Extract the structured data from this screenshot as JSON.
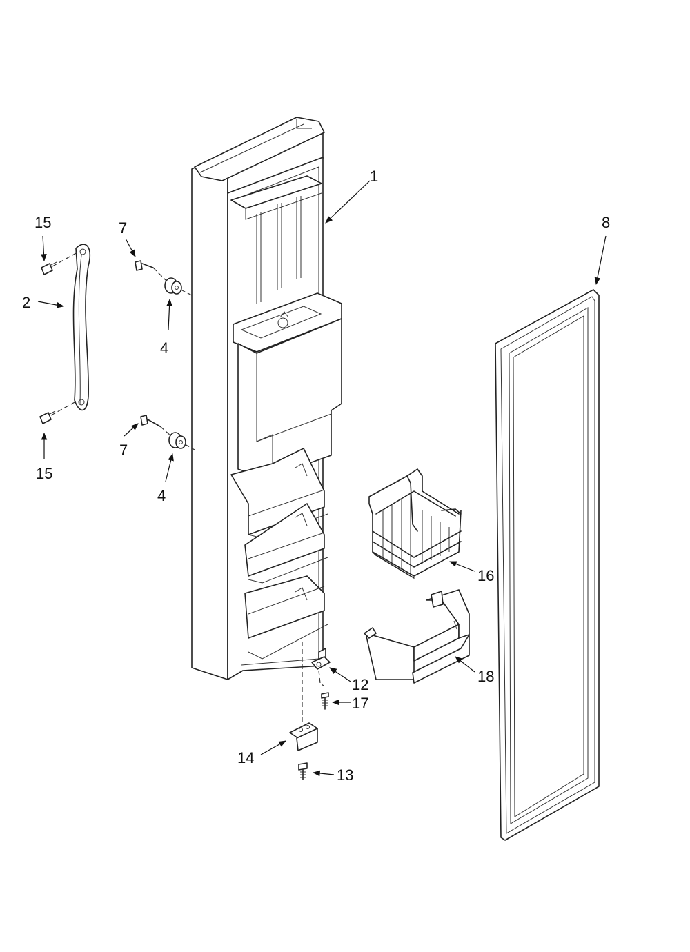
{
  "callouts": [
    {
      "id": "c1",
      "label": "1"
    },
    {
      "id": "c2",
      "label": "2"
    },
    {
      "id": "c4a",
      "label": "4"
    },
    {
      "id": "c4b",
      "label": "4"
    },
    {
      "id": "c7a",
      "label": "7"
    },
    {
      "id": "c7b",
      "label": "7"
    },
    {
      "id": "c8",
      "label": "8"
    },
    {
      "id": "c12",
      "label": "12"
    },
    {
      "id": "c13",
      "label": "13"
    },
    {
      "id": "c14",
      "label": "14"
    },
    {
      "id": "c15a",
      "label": "15"
    },
    {
      "id": "c15b",
      "label": "15"
    },
    {
      "id": "c16",
      "label": "16"
    },
    {
      "id": "c17",
      "label": "17"
    },
    {
      "id": "c18",
      "label": "18"
    }
  ]
}
